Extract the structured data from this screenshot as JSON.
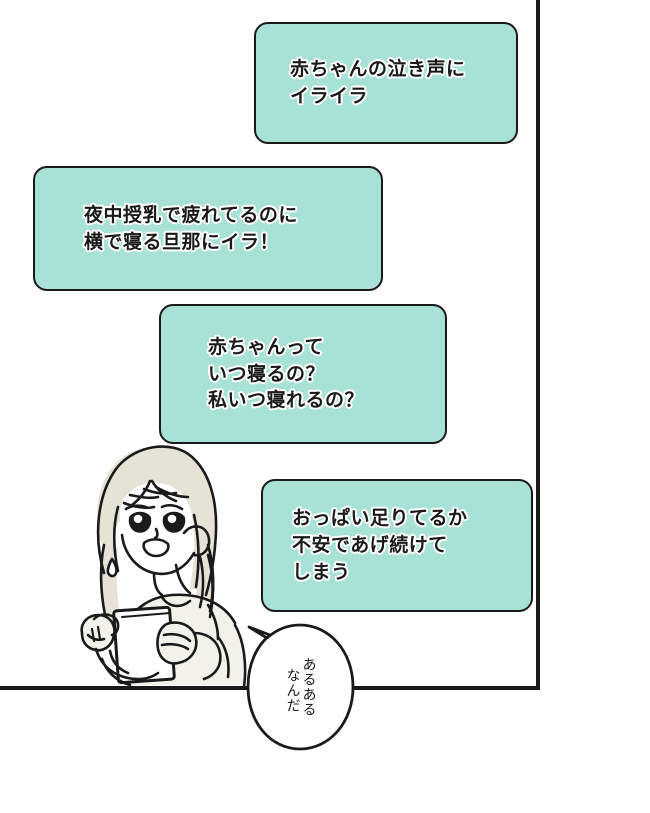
{
  "scene": {
    "type": "manga-panel",
    "background_color": "#ffffff",
    "panel_border_color": "#1a1a1a",
    "caption_fill_color": "#a8e1d6",
    "hair_color": "#e6e2d6",
    "skin_color": "#ffffff",
    "clothing_color": "#f2f1ea"
  },
  "captions": [
    {
      "id": "caption-1",
      "name": "caption-box-baby-crying",
      "lines": [
        "赤ちゃんの泣き声に",
        "イライラ"
      ],
      "text": "赤ちゃんの泣き声に\nイライラ"
    },
    {
      "id": "caption-2",
      "name": "caption-box-night-feeding",
      "lines": [
        "夜中授乳で疲れてるのに",
        "横で寝る旦那にイラ！"
      ],
      "text": "夜中授乳で疲れてるのに\n横で寝る旦那にイラ！"
    },
    {
      "id": "caption-3",
      "name": "caption-box-when-sleep",
      "lines": [
        "赤ちゃんって",
        "いつ寝るの？",
        "私いつ寝れるの？"
      ],
      "text": "赤ちゃんって\nいつ寝るの？\n私いつ寝れるの？"
    },
    {
      "id": "caption-4",
      "name": "caption-box-breastfeeding-worry",
      "lines": [
        "おっぱい足りてるか",
        "不安であげ続けて",
        "しまう"
      ],
      "text": "おっぱい足りてるか\n不安であげ続けて\nしまう"
    }
  ],
  "speech_bubble": {
    "name": "speech-bubble-aruaru",
    "orientation": "vertical",
    "reading_order": "right-to-left",
    "lines": [
      "あるある",
      "なんだ"
    ],
    "line_1": "あるある",
    "line_2": "なんだ"
  },
  "character": {
    "name": "woman-with-smartphone",
    "description": "長い髪の女性がスマートフォンを両手で持ち困った表情をしている",
    "expression": "worried",
    "holding": "smartphone"
  }
}
